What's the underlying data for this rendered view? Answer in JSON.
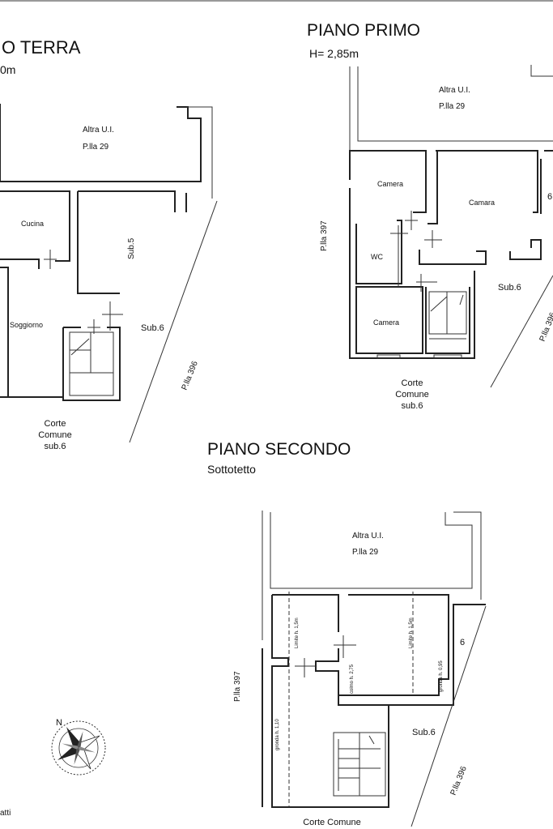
{
  "ground": {
    "title": "O TERRA",
    "height_text": "0m",
    "other_unit": "Altra U.I.",
    "other_parcel": "P.lla 29",
    "rooms": {
      "kitchen": "Cucina",
      "living": "Soggiorno",
      "sub5": "Sub.5",
      "sub6": "Sub.6"
    },
    "parcel_right": "P.lla 396",
    "court": [
      "Corte",
      "Comune",
      "sub.6"
    ]
  },
  "first": {
    "title": "PIANO PRIMO",
    "height_text": "H= 2,85m",
    "other_unit": "Altra U.I.",
    "other_parcel": "P.lla 29",
    "rooms": {
      "bedroom_top": "Camera",
      "bedroom_big": "Camara",
      "wc": "WC",
      "bedroom_bottom": "Camera",
      "sub6": "Sub.6",
      "six": "6"
    },
    "parcel_left": "P.lla 397",
    "parcel_right": "P.lla 396",
    "court": [
      "Corte",
      "Comune",
      "sub.6"
    ]
  },
  "second": {
    "title": "PIANO SECONDO",
    "subtitle": "Sottotetto",
    "other_unit": "Altra U.I.",
    "other_parcel": "P.lla 29",
    "heights": [
      "gronda h. 1,10",
      "Limite h. 1,5m",
      "colmo h. 2,75",
      "Limite h. 1,5m",
      "gronda h. 0,95"
    ],
    "six": "6",
    "sub6": "Sub.6",
    "parcel_left": "P.lla 397",
    "parcel_right": "P.lla 396",
    "court": "Corte Comune"
  },
  "compass": {
    "north": "N"
  },
  "footer_fragment": "atti"
}
